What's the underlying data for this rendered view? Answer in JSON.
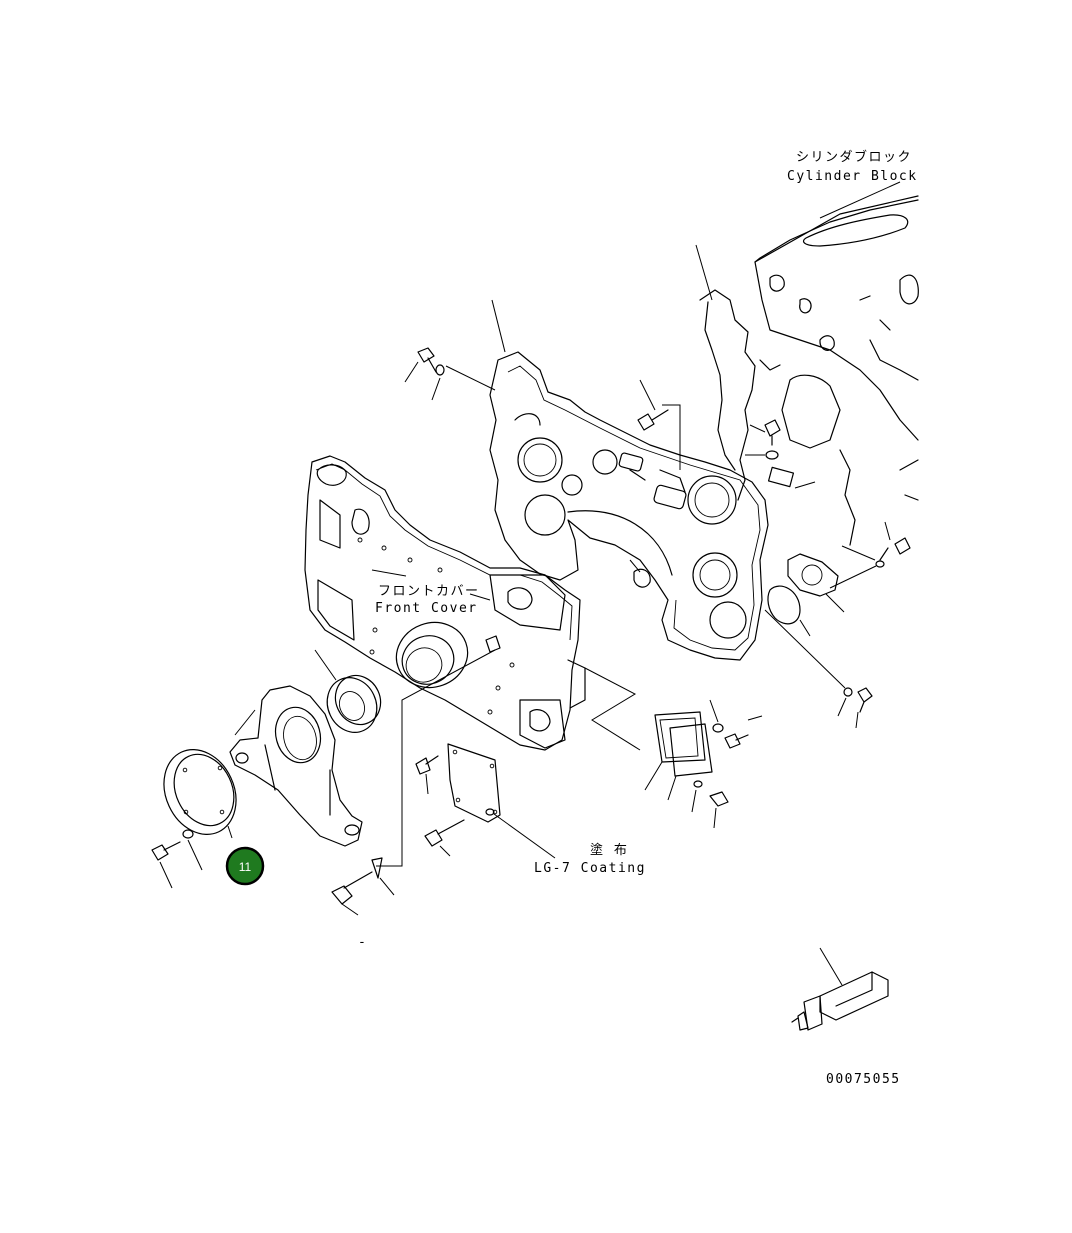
{
  "labels": {
    "cylinder_block_jp": "シリンダブロック",
    "cylinder_block_en": "Cylinder Block",
    "front_cover_jp": "フロントカバー",
    "front_cover_en": "Front Cover",
    "coating_jp": "塗 布",
    "coating_en": "LG-7 Coating",
    "drawing_number": "00075055"
  },
  "callout": {
    "number": "11",
    "color": "#1f7a1f",
    "border_color": "#000000",
    "text_color": "#ffffff"
  }
}
